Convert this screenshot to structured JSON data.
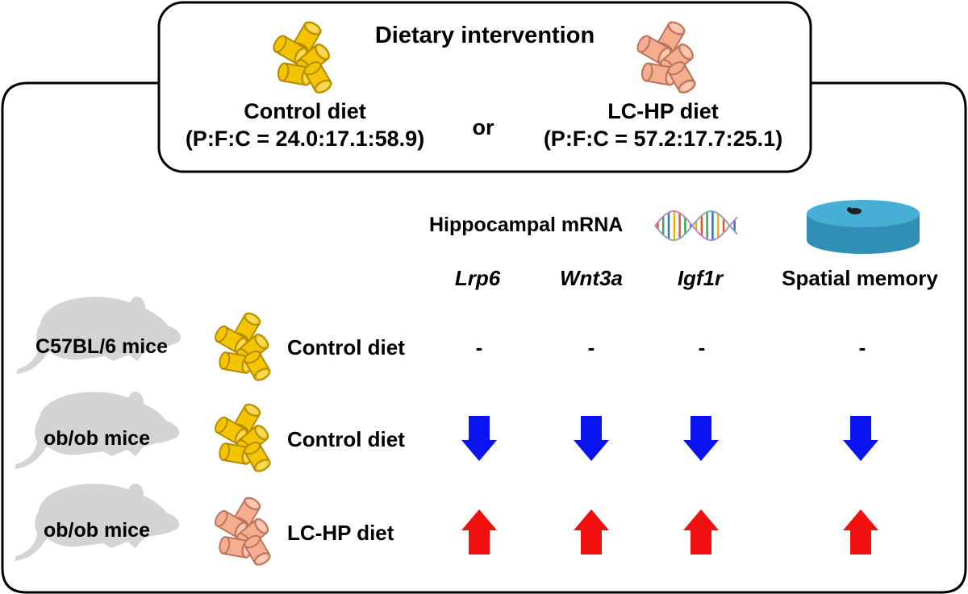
{
  "top_box": {
    "title": "Dietary intervention",
    "control_label": "Control diet",
    "control_ratio": "(P:F:C = 24.0:17.1:58.9)",
    "or_label": "or",
    "lchp_label": "LC-HP diet",
    "lchp_ratio": "(P:F:C = 57.2:17.7:25.1)"
  },
  "header": {
    "hippocampal": "Hippocampal mRNA",
    "columns": [
      "Lrp6",
      "Wnt3a",
      "Igf1r",
      "Spatial memory"
    ]
  },
  "rows": [
    {
      "mouse": "C57BL/6 mice",
      "diet": "Control diet",
      "diet_type": "control",
      "effects": [
        "none",
        "none",
        "none",
        "none"
      ],
      "dash": "-"
    },
    {
      "mouse": "ob/ob mice",
      "diet": "Control diet",
      "diet_type": "control",
      "effects": [
        "down",
        "down",
        "down",
        "down"
      ]
    },
    {
      "mouse": "ob/ob mice",
      "diet": "LC-HP diet",
      "diet_type": "lchp",
      "effects": [
        "up",
        "up",
        "up",
        "up"
      ]
    }
  ],
  "colors": {
    "control_pellet_fill": "#F5C400",
    "control_pellet_stroke": "#B08A00",
    "lchp_pellet_fill": "#F4AE8E",
    "lchp_pellet_stroke": "#B9735A",
    "down_arrow": "#0A14F0",
    "up_arrow": "#F01010",
    "mouse_silhouette": "#D4D4D4",
    "water_maze": "#47AFD6"
  },
  "icons": {
    "pellet": "food-pellets-icon",
    "dna": "dna-helix-icon",
    "maze": "water-maze-icon",
    "mouse": "mouse-silhouette-icon",
    "down": "arrow-down-icon",
    "up": "arrow-up-icon"
  }
}
